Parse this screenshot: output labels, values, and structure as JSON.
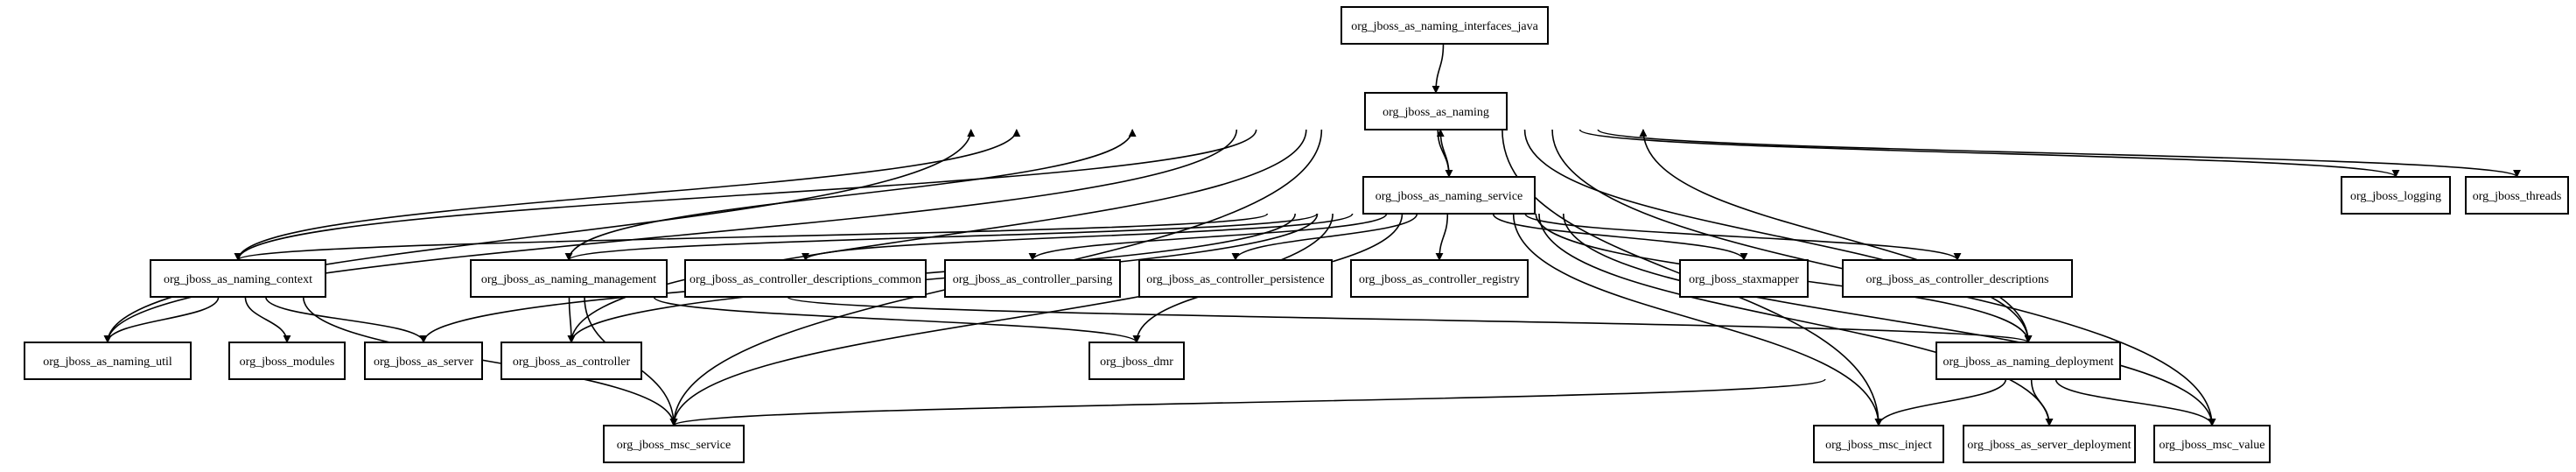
{
  "nodes": [
    {
      "id": "interfaces_java",
      "label": "org_jboss_as_naming_interfaces_java"
    },
    {
      "id": "naming",
      "label": "org_jboss_as_naming"
    },
    {
      "id": "naming_service",
      "label": "org_jboss_as_naming_service"
    },
    {
      "id": "logging",
      "label": "org_jboss_logging"
    },
    {
      "id": "threads",
      "label": "org_jboss_threads"
    },
    {
      "id": "naming_context",
      "label": "org_jboss_as_naming_context"
    },
    {
      "id": "naming_management",
      "label": "org_jboss_as_naming_management"
    },
    {
      "id": "ctrl_desc_common",
      "label": "org_jboss_as_controller_descriptions_common"
    },
    {
      "id": "ctrl_parsing",
      "label": "org_jboss_as_controller_parsing"
    },
    {
      "id": "ctrl_persistence",
      "label": "org_jboss_as_controller_persistence"
    },
    {
      "id": "ctrl_registry",
      "label": "org_jboss_as_controller_registry"
    },
    {
      "id": "staxmapper",
      "label": "org_jboss_staxmapper"
    },
    {
      "id": "ctrl_descriptions",
      "label": "org_jboss_as_controller_descriptions"
    },
    {
      "id": "naming_util",
      "label": "org_jboss_as_naming_util"
    },
    {
      "id": "modules",
      "label": "org_jboss_modules"
    },
    {
      "id": "as_server",
      "label": "org_jboss_as_server"
    },
    {
      "id": "as_controller",
      "label": "org_jboss_as_controller"
    },
    {
      "id": "dmr",
      "label": "org_jboss_dmr"
    },
    {
      "id": "naming_deployment",
      "label": "org_jboss_as_naming_deployment"
    },
    {
      "id": "msc_service",
      "label": "org_jboss_msc_service"
    },
    {
      "id": "msc_inject",
      "label": "org_jboss_msc_inject"
    },
    {
      "id": "server_deployment",
      "label": "org_jboss_as_server_deployment"
    },
    {
      "id": "msc_value",
      "label": "org_jboss_msc_value"
    }
  ],
  "edges": [
    [
      "interfaces_java",
      "naming"
    ],
    [
      "naming",
      "naming_service"
    ],
    [
      "naming",
      "logging"
    ],
    [
      "naming",
      "threads"
    ],
    [
      "naming",
      "naming_context"
    ],
    [
      "naming",
      "naming_util"
    ],
    [
      "naming",
      "as_controller"
    ],
    [
      "naming",
      "msc_service"
    ],
    [
      "naming",
      "naming_deployment"
    ],
    [
      "naming",
      "msc_inject"
    ],
    [
      "naming",
      "msc_value"
    ],
    [
      "naming_service",
      "naming"
    ],
    [
      "naming_service",
      "naming_context"
    ],
    [
      "naming_service",
      "naming_management"
    ],
    [
      "naming_service",
      "ctrl_desc_common"
    ],
    [
      "naming_service",
      "ctrl_parsing"
    ],
    [
      "naming_service",
      "ctrl_persistence"
    ],
    [
      "naming_service",
      "ctrl_registry"
    ],
    [
      "naming_service",
      "staxmapper"
    ],
    [
      "naming_service",
      "ctrl_descriptions"
    ],
    [
      "naming_service",
      "as_server"
    ],
    [
      "naming_service",
      "as_controller"
    ],
    [
      "naming_service",
      "dmr"
    ],
    [
      "naming_service",
      "msc_service"
    ],
    [
      "naming_service",
      "naming_deployment"
    ],
    [
      "naming_service",
      "msc_inject"
    ],
    [
      "naming_service",
      "server_deployment"
    ],
    [
      "naming_service",
      "msc_value"
    ],
    [
      "naming_context",
      "naming"
    ],
    [
      "naming_context",
      "naming_util"
    ],
    [
      "naming_context",
      "modules"
    ],
    [
      "naming_context",
      "as_server"
    ],
    [
      "naming_context",
      "msc_service"
    ],
    [
      "naming_util",
      "naming"
    ],
    [
      "naming_management",
      "naming"
    ],
    [
      "naming_management",
      "as_controller"
    ],
    [
      "naming_management",
      "dmr"
    ],
    [
      "naming_management",
      "msc_service"
    ],
    [
      "naming_management",
      "naming_deployment"
    ],
    [
      "naming_deployment",
      "naming"
    ],
    [
      "naming_deployment",
      "msc_service"
    ],
    [
      "naming_deployment",
      "msc_inject"
    ],
    [
      "naming_deployment",
      "server_deployment"
    ],
    [
      "naming_deployment",
      "msc_value"
    ]
  ]
}
